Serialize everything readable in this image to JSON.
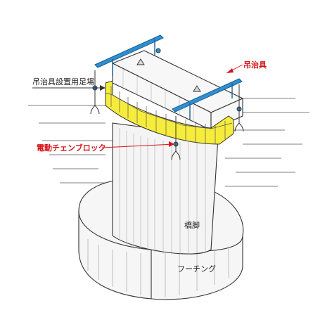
{
  "labels": {
    "hanging_jig": "吊治具",
    "jig_scaffold": "吊治具設置用足場",
    "chain_block": "電動チェンブロック",
    "pier": "橋脚",
    "footing": "フーチング"
  },
  "colors": {
    "rail_blue": "#2f8fd0",
    "scaffold_yellow": "#f6ec3c",
    "leader_red": "#d8141a",
    "line": "#333333",
    "pier_fill": "#f4f4f4"
  }
}
